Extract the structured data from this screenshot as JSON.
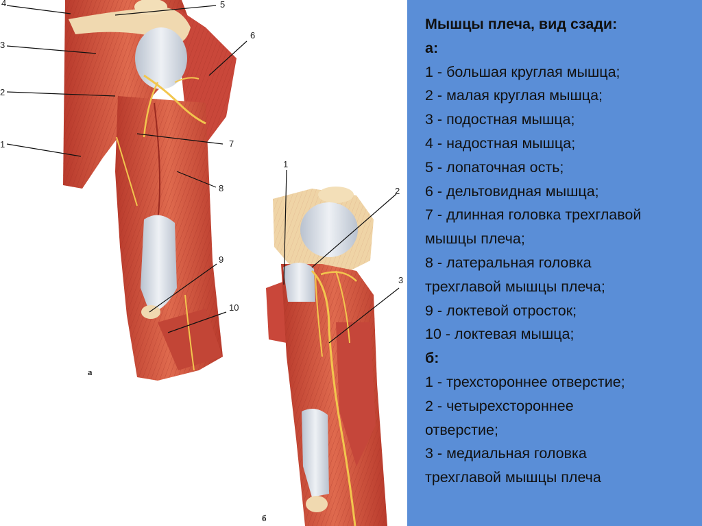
{
  "figure": {
    "captions": {
      "a": "а",
      "b": "б"
    },
    "labels_a": [
      "4",
      "5",
      "3",
      "6",
      "2",
      "7",
      "1",
      "8",
      "9",
      "10"
    ],
    "labels_b": [
      "1",
      "2",
      "3"
    ],
    "colors": {
      "muscle": "#d0503a",
      "muscle_dark": "#a8322a",
      "tendon": "#dfe3ea",
      "bone": "#f0d9b0",
      "nerve": "#f2c64e"
    }
  },
  "legend": {
    "title": "Мышцы плеча, вид сзади:",
    "section_a": "а:",
    "items_a": [
      "1 - большая круглая мышца;",
      "2 - малая круглая мышца;",
      "3 - подостная мышца;",
      "4 - надостная мышца;",
      "5 - лопаточная ость;",
      "6 - дельтовидная мышца;",
      "7 - длинная головка трехглавой",
      "мышцы плеча;",
      "8 - латеральная головка",
      "трехглавой мышцы плеча;",
      "9 - локтевой отросток;",
      "10 - локтевая мышца;"
    ],
    "section_b": "б:",
    "items_b": [
      "1 - трехстороннее отверстие;",
      "2 - четырехстороннее",
      "отверстие;",
      "3 - медиальная головка",
      "трехглавой мышцы плеча"
    ]
  }
}
